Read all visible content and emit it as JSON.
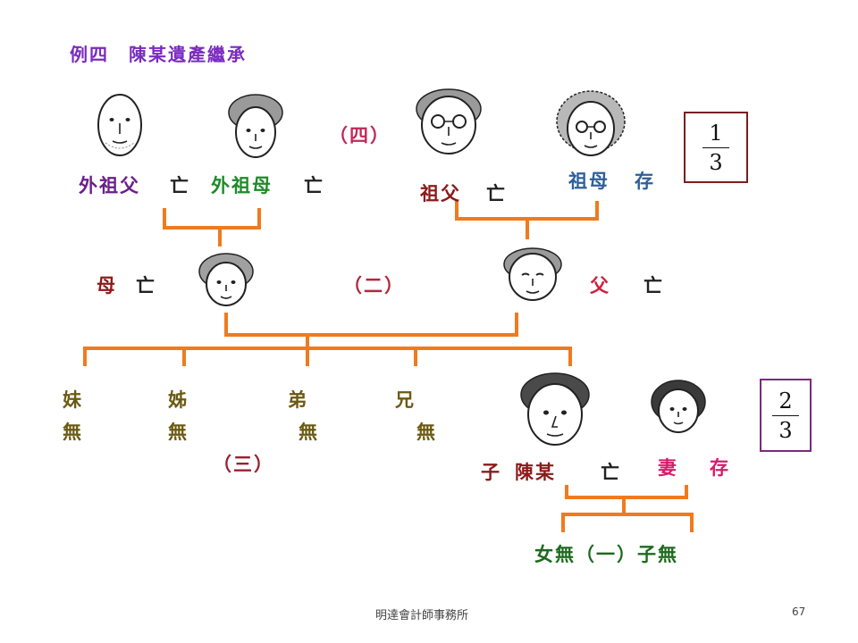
{
  "title": "例四　陳某遺產繼承",
  "labels": {
    "maternal_grandfather": "外祖父",
    "maternal_grandfather_status": "亡",
    "maternal_grandmother": "外祖母",
    "maternal_grandmother_status": "亡",
    "paternal_grandfather": "祖父",
    "paternal_grandfather_status": "亡",
    "paternal_grandmother": "祖母",
    "paternal_grandmother_status": "存",
    "mother": "母",
    "mother_status": "亡",
    "father": "父",
    "father_status": "亡",
    "younger_sister": "妹",
    "younger_sister_status": "無",
    "older_sister": "姊",
    "older_sister_status": "無",
    "younger_brother": "弟",
    "younger_brother_status": "無",
    "older_brother": "兄",
    "older_brother_status": "無",
    "son_prefix": "子",
    "decedent": "陳某",
    "decedent_status": "亡",
    "wife": "妻",
    "wife_status": "存",
    "children": "女無（一）子無"
  },
  "orders": {
    "fourth": "（四）",
    "second": "（二）",
    "third": "（三）"
  },
  "fractions": {
    "grandmother_share": {
      "numerator": "1",
      "denominator": "3"
    },
    "wife_share": {
      "numerator": "2",
      "denominator": "3"
    }
  },
  "footer": {
    "firm": "明達會計師事務所",
    "page_number": "67"
  },
  "colors": {
    "connector": "#f07a1e",
    "title": "#7a2bbf"
  }
}
